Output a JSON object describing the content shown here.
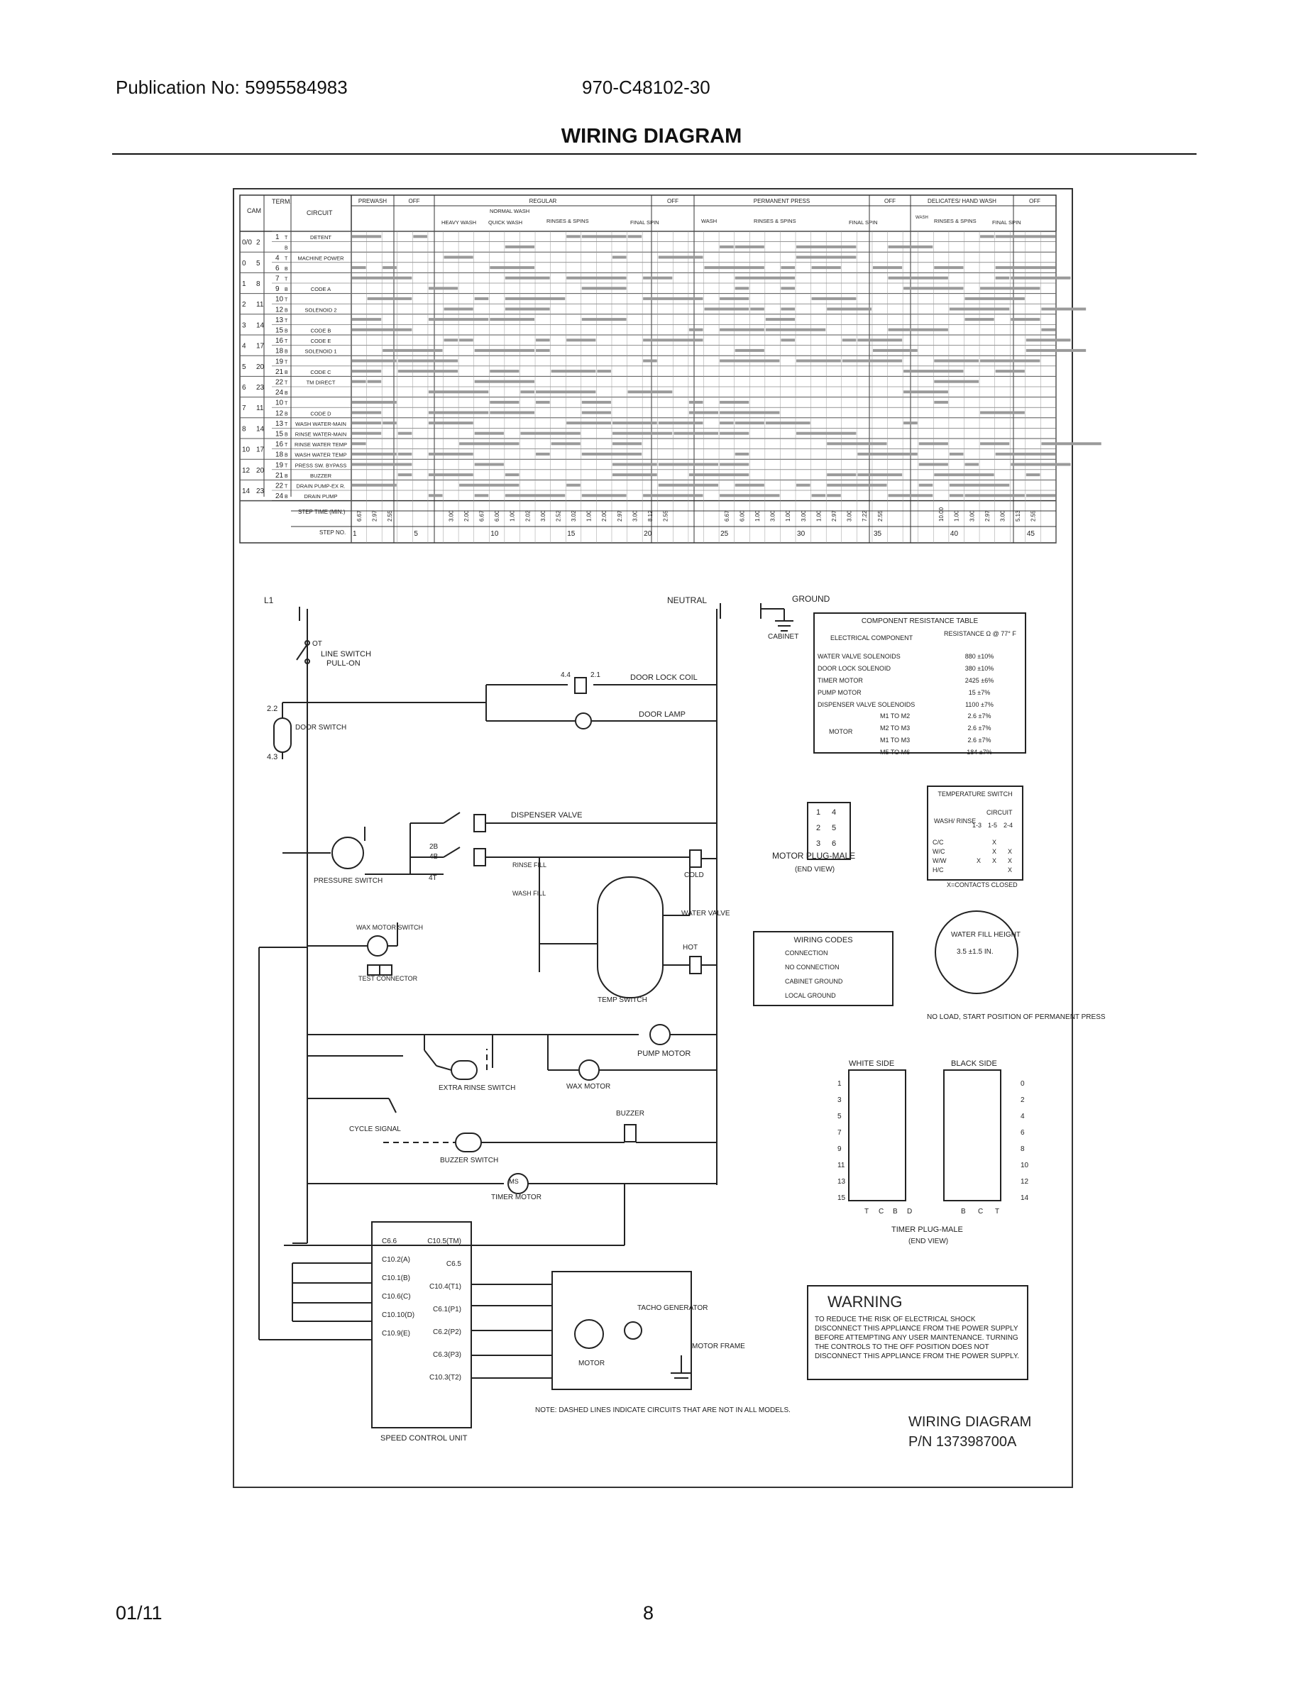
{
  "header": {
    "publication": "Publication No: 5995584983",
    "model": "970-C48102-30",
    "title": "WIRING DIAGRAM"
  },
  "footer": {
    "date": "01/11",
    "page": "8"
  },
  "chart": {
    "col_heads": [
      "CAM",
      "TERM.",
      "CIRCUIT"
    ],
    "phases": [
      "PREWASH",
      "OFF",
      "REGULAR",
      "OFF",
      "PERMANENT PRESS",
      "OFF",
      "DELICATES/ HAND WASH",
      "OFF"
    ],
    "regular_sub": [
      "NORMAL WASH",
      "HEAVY WASH",
      "QUICK WASH",
      "RINSES & SPINS",
      "FINAL SPIN"
    ],
    "perm_sub": [
      "WASH",
      "RINSES & SPINS",
      "FINAL SPIN"
    ],
    "del_sub": [
      "WASH",
      "RINSES & SPINS",
      "FINAL SPIN"
    ],
    "cams": [
      "0/0",
      "0",
      "1",
      "2",
      "3",
      "4",
      "5",
      "6",
      "7",
      "8",
      "10",
      "12",
      "14"
    ],
    "cam_nums": [
      "2",
      "5",
      "8",
      "11",
      "14",
      "17",
      "20",
      "23",
      "11",
      "14",
      "17",
      "20",
      "23"
    ],
    "terms": [
      "1",
      "",
      "4",
      "6",
      "7",
      "9",
      "10",
      "12",
      "13",
      "15",
      "16",
      "18",
      "19",
      "21",
      "22",
      "24",
      "10",
      "12",
      "13",
      "15",
      "16",
      "18",
      "19",
      "21",
      "22",
      "24"
    ],
    "contacts": [
      "T",
      "B",
      "T",
      "B",
      "T",
      "B",
      "T",
      "B",
      "T",
      "B",
      "T",
      "B",
      "T",
      "B",
      "T",
      "B",
      "T",
      "B",
      "T",
      "B",
      "T",
      "B",
      "T",
      "B",
      "T",
      "B"
    ],
    "circuits": [
      "DETENT",
      "",
      "MACHINE POWER",
      "",
      "",
      "CODE A",
      "",
      "SOLENOID 2",
      "",
      "CODE B",
      "CODE E",
      "SOLENOID 1",
      "",
      "CODE C",
      "TM DIRECT",
      "",
      "",
      "CODE D",
      "WASH WATER-MAIN",
      "RINSE WATER-MAIN",
      "RINSE WATER TEMP",
      "WASH WATER TEMP",
      "PRESS SW. BYPASS",
      "BUZZER",
      "DRAIN PUMP-EX R.",
      "DRAIN PUMP"
    ],
    "step_time_label": "STEP TIME (MIN.)",
    "step_no_label": "STEP NO.",
    "step_times": [
      "6.67",
      "2.97",
      "2.55",
      "",
      "",
      "",
      "3.00",
      "2.00",
      "6.67",
      "6.00",
      "1.00",
      "2.02",
      "3.00",
      "2.52",
      "3.02",
      "1.00",
      "2.00",
      "2.97",
      "3.00",
      "8.12",
      "2.55",
      "",
      "",
      "",
      "6.67",
      "6.00",
      "1.00",
      "3.00",
      "1.00",
      "3.00",
      "1.00",
      "2.97",
      "3.00",
      "7.22",
      "2.55",
      "",
      "",
      "",
      "10.00",
      "1.00",
      "3.00",
      "2.97",
      "3.00",
      "5.13",
      "2.55",
      ""
    ],
    "step_nos": [
      "1",
      "5",
      "10",
      "15",
      "20",
      "25",
      "30",
      "35",
      "40",
      "45"
    ]
  },
  "schematic": {
    "labels": {
      "l1": "L1",
      "neutral": "NEUTRAL",
      "ground": "GROUND",
      "cabinet": "CABINET",
      "ot": "OT",
      "line_switch": "LINE SWITCH",
      "pull_on": "PULL-ON",
      "door_switch": "DOOR SWITCH",
      "ds_22": "2.2",
      "ds_43": "4.3",
      "door_lock_coil": "DOOR LOCK COIL",
      "dl_44": "4.4",
      "dl_21": "2.1",
      "door_lamp": "DOOR LAMP",
      "dispenser_valve": "DISPENSER VALVE",
      "pressure_switch": "PRESSURE SWITCH",
      "t2b": "2B",
      "t4b": "4B",
      "t4t": "4T",
      "rinse_fill": "RINSE FILL",
      "wash_fill": "WASH FILL",
      "cold": "COLD",
      "hot": "HOT",
      "water_valve": "WATER VALVE",
      "temp_switch": "TEMP SWITCH",
      "wax_motor_switch": "WAX MOTOR SWITCH",
      "test_connector": "TEST CONNECTOR",
      "pump_motor": "PUMP MOTOR",
      "wax_motor": "WAX MOTOR",
      "extra_rinse": "EXTRA RINSE SWITCH",
      "cycle_signal": "CYCLE SIGNAL",
      "buzzer": "BUZZER",
      "buzzer_switch": "BUZZER SWITCH",
      "timer_motor": "TIMER MOTOR",
      "speed_control": "SPEED CONTROL UNIT",
      "tacho": "TACHO GENERATOR",
      "motor": "MOTOR",
      "motor_frame": "MOTOR FRAME",
      "motor_plug": "MOTOR PLUG-MALE",
      "end_view": "(END VIEW)",
      "timer_plug": "TIMER PLUG-MALE",
      "white_side": "WHITE SIDE",
      "black_side": "BLACK SIDE",
      "water_fill": "WATER FILL HEIGHT",
      "water_fill_val": "3.5 ±1.5 IN.",
      "no_load": "NO LOAD, START POSITION OF PERMANENT PRESS",
      "x_closed": "X=CONTACTS CLOSED",
      "ms": "MS",
      "note": "NOTE: DASHED LINES INDICATE CIRCUITS THAT ARE NOT IN ALL MODELS.",
      "diagram_title": "WIRING DIAGRAM",
      "part_no": "P/N 137398700A"
    },
    "scu_left": [
      "C6.6",
      "C10.2(A)",
      "C10.1(B)",
      "C10.6(C)",
      "C10.10(D)",
      "C10.9(E)"
    ],
    "scu_right": [
      "C10.5(TM)",
      "C6.5",
      "C10.4(T1)",
      "C6.1(P1)",
      "C6.2(P2)",
      "C6.3(P3)",
      "C10.3(T2)"
    ],
    "resistance_table": {
      "title": "COMPONENT RESISTANCE TABLE",
      "h1": "ELECTRICAL COMPONENT",
      "h2": "RESISTANCE Ω @ 77° F",
      "rows": [
        [
          "WATER VALVE SOLENOIDS",
          "880 ±10%"
        ],
        [
          "DOOR LOCK SOLENOID",
          "380 ±10%"
        ],
        [
          "TIMER MOTOR",
          "2425 ±6%"
        ],
        [
          "PUMP MOTOR",
          "15 ±7%"
        ],
        [
          "DISPENSER VALVE SOLENOIDS",
          "1100 ±7%"
        ]
      ],
      "motor_label": "MOTOR",
      "motor_rows": [
        [
          "M1 TO M2",
          "2.6 ±7%"
        ],
        [
          "M2 TO M3",
          "2.6 ±7%"
        ],
        [
          "M1 TO M3",
          "2.6 ±7%"
        ],
        [
          "M5 TO M6",
          "184 ±7%"
        ]
      ]
    },
    "temp_switch_table": {
      "title": "TEMPERATURE SWITCH",
      "c1": "WASH/ RINSE",
      "c2": "CIRCUIT",
      "cols": [
        "1-3",
        "1-5",
        "2-4"
      ],
      "rows": [
        [
          "C/C",
          "",
          "X",
          ""
        ],
        [
          "W/C",
          "",
          "X",
          "X"
        ],
        [
          "W/W",
          "X",
          "X",
          "X"
        ],
        [
          "H/C",
          "",
          "",
          "X"
        ]
      ]
    },
    "wiring_codes": {
      "title": "WIRING CODES",
      "items": [
        "CONNECTION",
        "NO CONNECTION",
        "CABINET GROUND",
        "LOCAL GROUND"
      ]
    },
    "warning": {
      "heading": "WARNING",
      "text": "TO REDUCE THE RISK OF ELECTRICAL SHOCK DISCONNECT THIS APPLIANCE FROM THE POWER SUPPLY BEFORE ATTEMPTING ANY USER MAINTENANCE. TURNING THE CONTROLS TO THE OFF POSITION DOES NOT DISCONNECT THIS APPLIANCE FROM THE POWER SUPPLY."
    },
    "plug_left_nums": [
      "1",
      "3",
      "5",
      "7",
      "9",
      "11",
      "13",
      "15"
    ],
    "plug_right_nums": [
      "0",
      "2",
      "4",
      "6",
      "8",
      "10",
      "12",
      "14"
    ],
    "plug_white_bottom": [
      "T",
      "C",
      "B",
      "D"
    ],
    "plug_black_bottom": [
      "B",
      "C",
      "T"
    ]
  }
}
